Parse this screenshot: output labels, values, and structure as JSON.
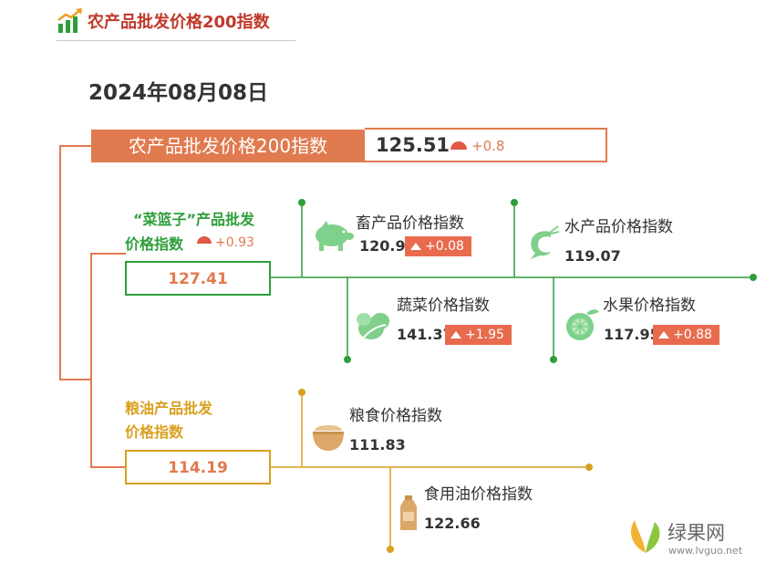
{
  "header": {
    "title": "农产品批发价格200指数",
    "date": "2024年08月08日"
  },
  "main_index": {
    "label": "农产品批发价格200指数",
    "value": "125.51",
    "change": "+0.8"
  },
  "basket": {
    "title_line1": "“菜篮子”产品批发",
    "title_line2": "价格指数",
    "change": "+0.93",
    "value": "127.41",
    "items": [
      {
        "name": "畜产品价格指数",
        "value": "120.9",
        "change": "+0.08",
        "icon": "pig-icon"
      },
      {
        "name": "水产品价格指数",
        "value": "119.07",
        "change": "",
        "icon": "shrimp-icon"
      },
      {
        "name": "蔬菜价格指数",
        "value": "141.37",
        "change": "+1.95",
        "icon": "vegetable-icon"
      },
      {
        "name": "水果价格指数",
        "value": "117.95",
        "change": "+0.88",
        "icon": "fruit-icon"
      }
    ]
  },
  "grain_oil": {
    "title_line1": "粮油产品批发",
    "title_line2": "价格指数",
    "value": "114.19",
    "items": [
      {
        "name": "粮食价格指数",
        "value": "111.83",
        "icon": "grain-bowl-icon"
      },
      {
        "name": "食用油价格指数",
        "value": "122.66",
        "icon": "oil-bottle-icon"
      }
    ]
  },
  "watermark": {
    "name": "绿果网",
    "url": "www.lvguo.net"
  },
  "colors": {
    "orange": "#e07a4f",
    "green": "#2e9e3a",
    "gold": "#d9a020",
    "badge": "#e86b4e",
    "red_title": "#c0392b"
  }
}
